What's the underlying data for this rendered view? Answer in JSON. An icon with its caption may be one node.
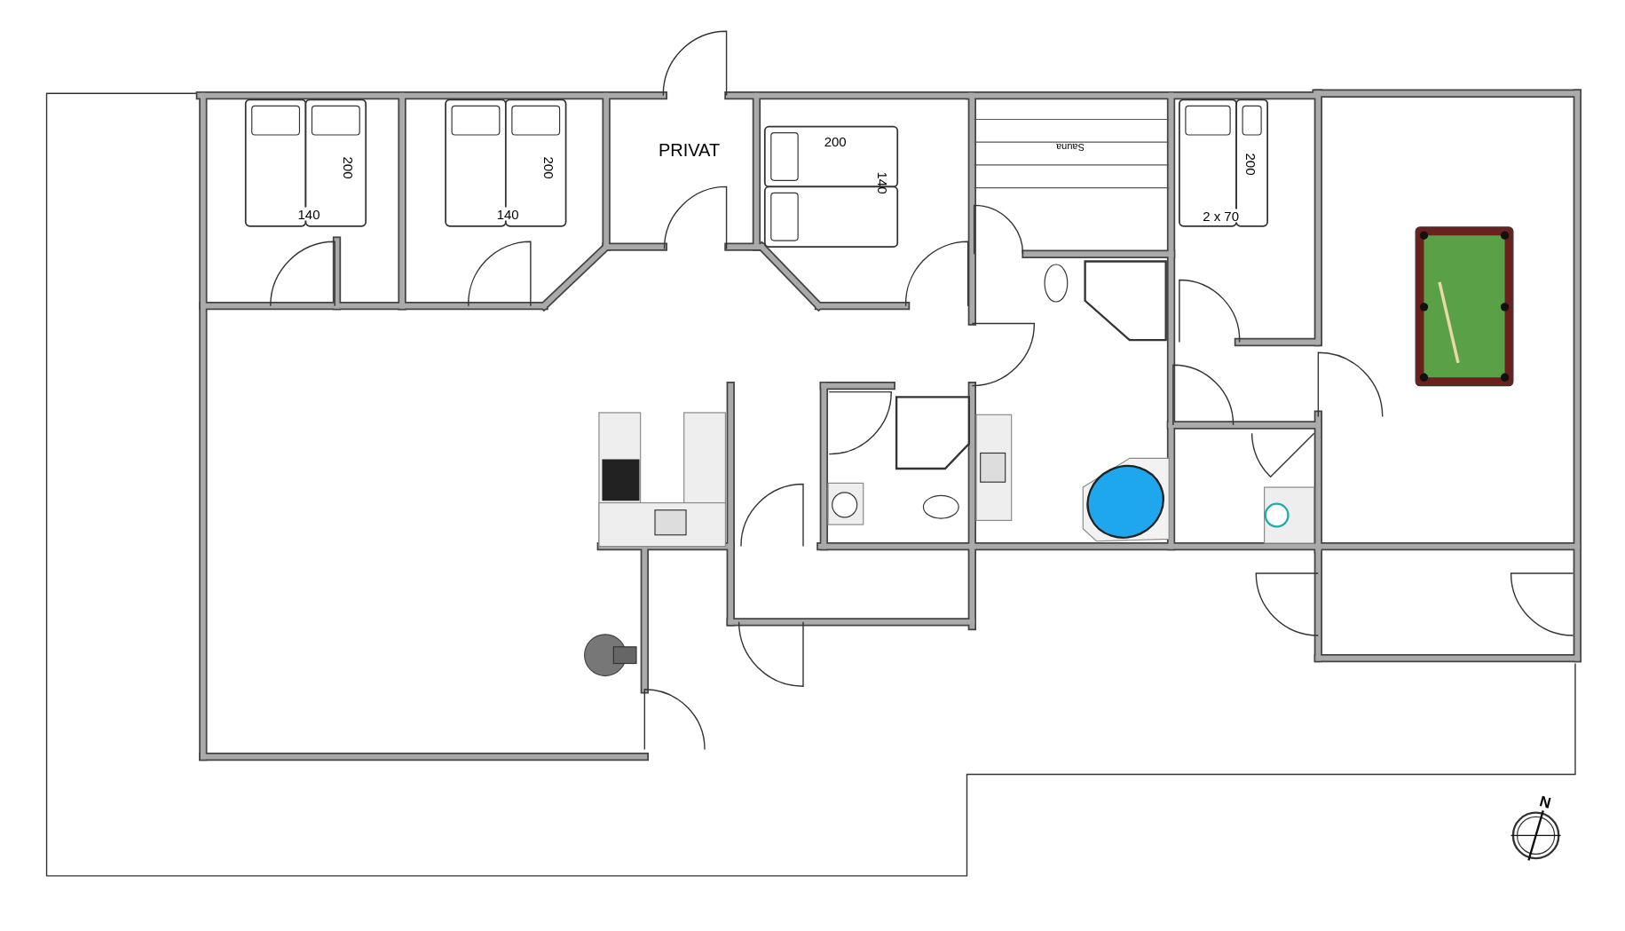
{
  "diagram": {
    "labels": [
      "200",
      "PRIVAT",
      "Sauna",
      "200",
      "200",
      "200",
      "140",
      "140",
      "140",
      "2 x 70",
      "N"
    ]
  }
}
